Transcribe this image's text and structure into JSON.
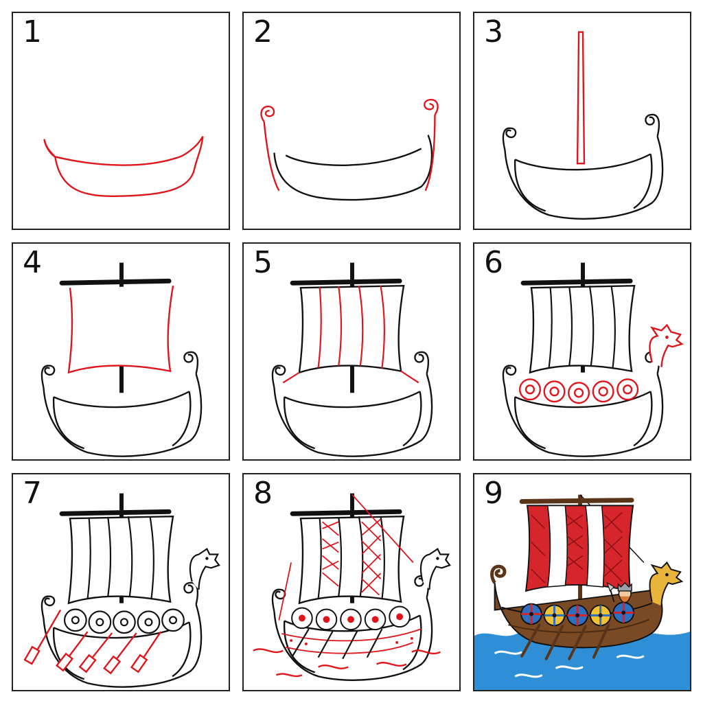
{
  "steps": [
    {
      "number": "1"
    },
    {
      "number": "2"
    },
    {
      "number": "3"
    },
    {
      "number": "4"
    },
    {
      "number": "5"
    },
    {
      "number": "6"
    },
    {
      "number": "7"
    },
    {
      "number": "8"
    },
    {
      "number": "9"
    }
  ],
  "colors": {
    "outline": "#111111",
    "new_stroke": "#e0141b",
    "hull_brown": "#7a4a25",
    "sail_red": "#d6262b",
    "shield_blue": "#2e6fc0",
    "shield_yellow": "#f2c232",
    "dragon_gold": "#e8b53a",
    "sea_blue": "#2f8fd6"
  },
  "icons": [
    "viking-ship",
    "dragon-head-icon",
    "shield-icon",
    "oar-icon",
    "viking-figure-icon"
  ]
}
